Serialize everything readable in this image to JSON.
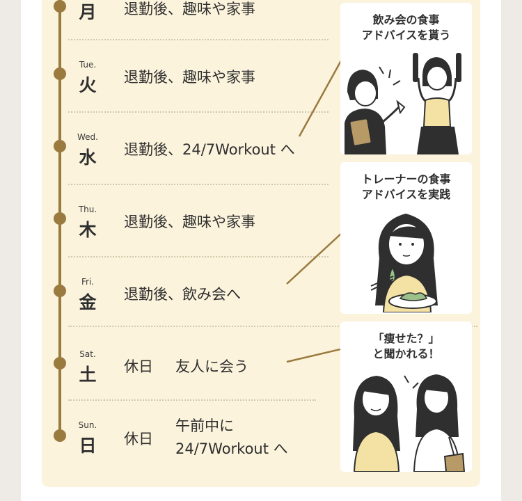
{
  "days": [
    {
      "abbr": "",
      "kanji": "月",
      "activity": "退勤後、趣味や家事"
    },
    {
      "abbr": "Tue.",
      "kanji": "火",
      "activity": "退勤後、趣味や家事"
    },
    {
      "abbr": "Wed.",
      "kanji": "水",
      "activity": "退勤後、24/7Workout へ"
    },
    {
      "abbr": "Thu.",
      "kanji": "木",
      "activity": "退勤後、趣味や家事"
    },
    {
      "abbr": "Fri.",
      "kanji": "金",
      "activity": "退勤後、飲み会へ"
    },
    {
      "abbr": "Sat.",
      "kanji": "土",
      "activity": "休日",
      "activity2": "友人に会う"
    },
    {
      "abbr": "Sun.",
      "kanji": "日",
      "activity": "休日",
      "activity2_line1": "午前中に",
      "activity2_line2": "24/7Workout へ"
    }
  ],
  "illustrations": [
    {
      "line1": "飲み会の食事",
      "line2": "アドバイスを貰う",
      "icon": "trainer-advice-illustration"
    },
    {
      "line1": "トレーナーの食事",
      "line2": "アドバイスを実践",
      "icon": "eating-salad-illustration"
    },
    {
      "line1": "「痩せた？」",
      "line2": "と聞かれる！",
      "icon": "friends-chatting-illustration"
    }
  ],
  "colors": {
    "accent": "#9a7a3e",
    "panel": "#fbf3dc",
    "text": "#2f2f2f"
  }
}
